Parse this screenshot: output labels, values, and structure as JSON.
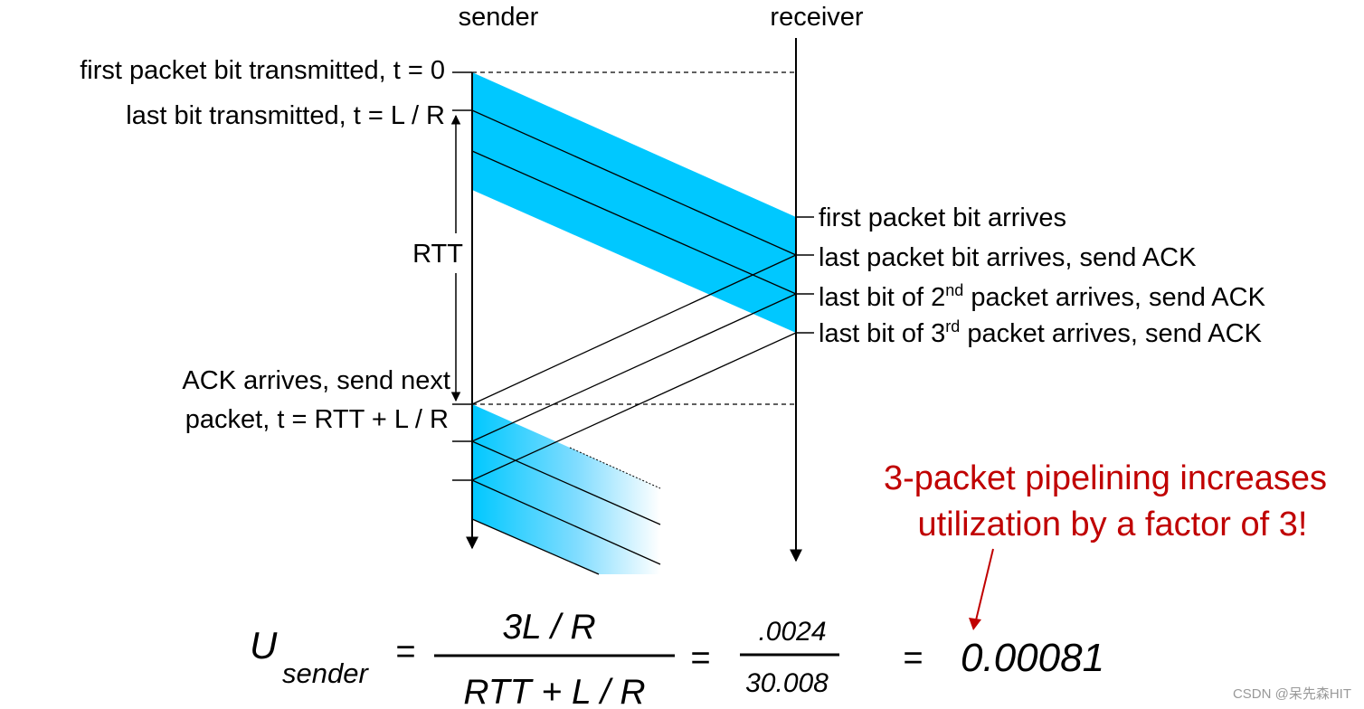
{
  "columns": {
    "sender": "sender",
    "receiver": "receiver"
  },
  "sender_labels": {
    "first_bit": "first packet bit transmitted, t = 0",
    "last_bit": "last bit transmitted, t = L / R",
    "rtt": "RTT",
    "ack_arrives_line1": "ACK arrives, send next",
    "ack_arrives_line2": "packet, t = RTT + L / R"
  },
  "receiver_labels": {
    "first_arrives": "first packet bit arrives",
    "last_arrives": "last packet bit arrives, send ACK",
    "second_pre": "last bit of 2",
    "second_sup": "nd",
    "second_post": " packet arrives, send ACK",
    "third_pre": "last bit of 3",
    "third_sup": "rd",
    "third_post": " packet arrives, send ACK"
  },
  "note": {
    "line1": "3-packet pipelining increases",
    "line2": "utilization by a factor of 3!"
  },
  "equation": {
    "u": "U",
    "u_sub": "sender",
    "eq1": "=",
    "numerator": "3L / R",
    "denominator": "RTT + L / R",
    "eq2": "=",
    "num2": ".0024",
    "den2": "30.008",
    "eq3": "=",
    "result": "0.00081"
  },
  "watermark": "CSDN @呆先森HIT",
  "colors": {
    "packet": "#00c8ff",
    "note": "#c00000",
    "line": "#000000"
  }
}
